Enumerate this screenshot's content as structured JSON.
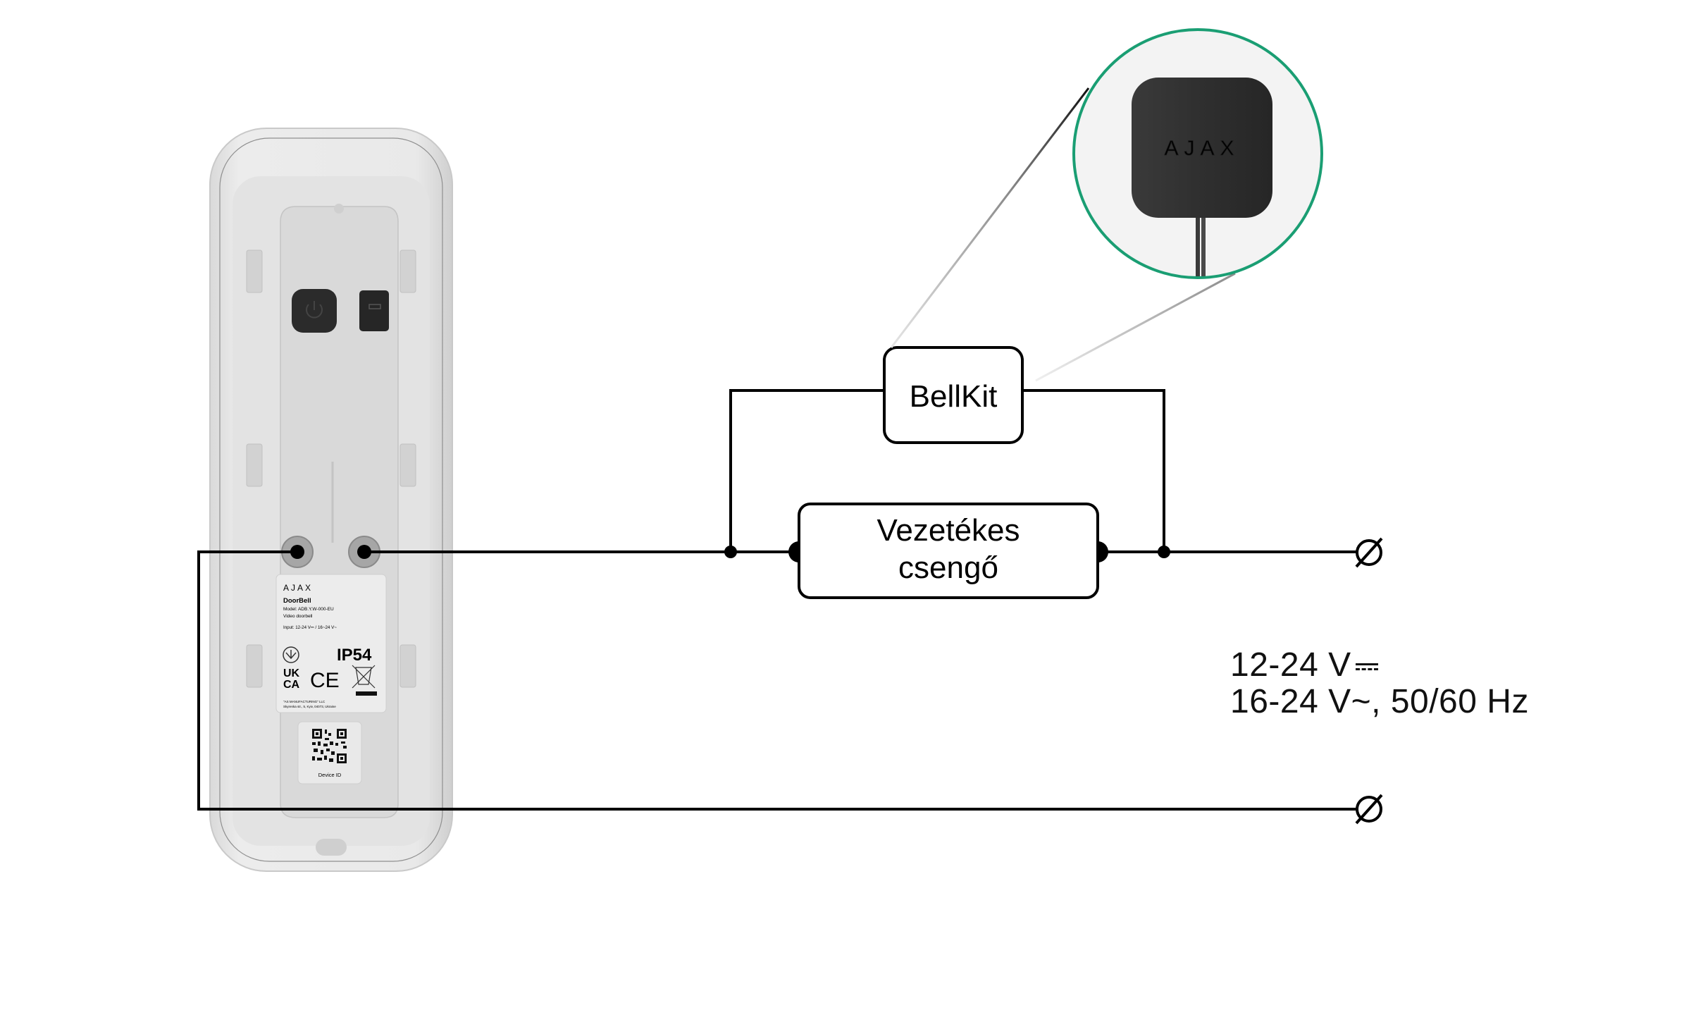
{
  "diagram": {
    "title": "DoorBell wiring with BellKit and wired chime",
    "colors": {
      "wire": "#000000",
      "callout_ring": "#1a9e73",
      "device_body": "#e6e6e6",
      "bellkit_body": "#2e2e2e"
    },
    "nodes": {
      "bellkit": {
        "label": "BellKit"
      },
      "wired_chime": {
        "label_line1": "Vezetékes",
        "label_line2": "csengő"
      }
    },
    "power_supply": {
      "dc_line": "12-24 V",
      "dc_symbol": "dc-current-icon",
      "ac_line": "16-24 V~, 50/60 Hz"
    },
    "terminals": [
      {
        "name": "terminal-top",
        "symbol": "terminal-slashed-circle-icon"
      },
      {
        "name": "terminal-bottom",
        "symbol": "terminal-slashed-circle-icon"
      }
    ],
    "doorbell_device": {
      "brand": "AJAX",
      "product": "DoorBell",
      "model": "Model: ADB.Y.W-000-EU",
      "type": "Video doorbell",
      "input": "Input: 12-24 V⎓ / 16~24 V~",
      "ip_rating": "IP54",
      "ukca_line1": "UK",
      "ukca_line2": "CA",
      "ce": "CE",
      "manufacturer": "\"AS MANUFACTURING\" LLC",
      "address": "Skyrenka str., 5, Kyiv, 04073, Ukraine",
      "qr_caption": "Device ID"
    },
    "bellkit_device": {
      "brand": "AJAX"
    }
  }
}
